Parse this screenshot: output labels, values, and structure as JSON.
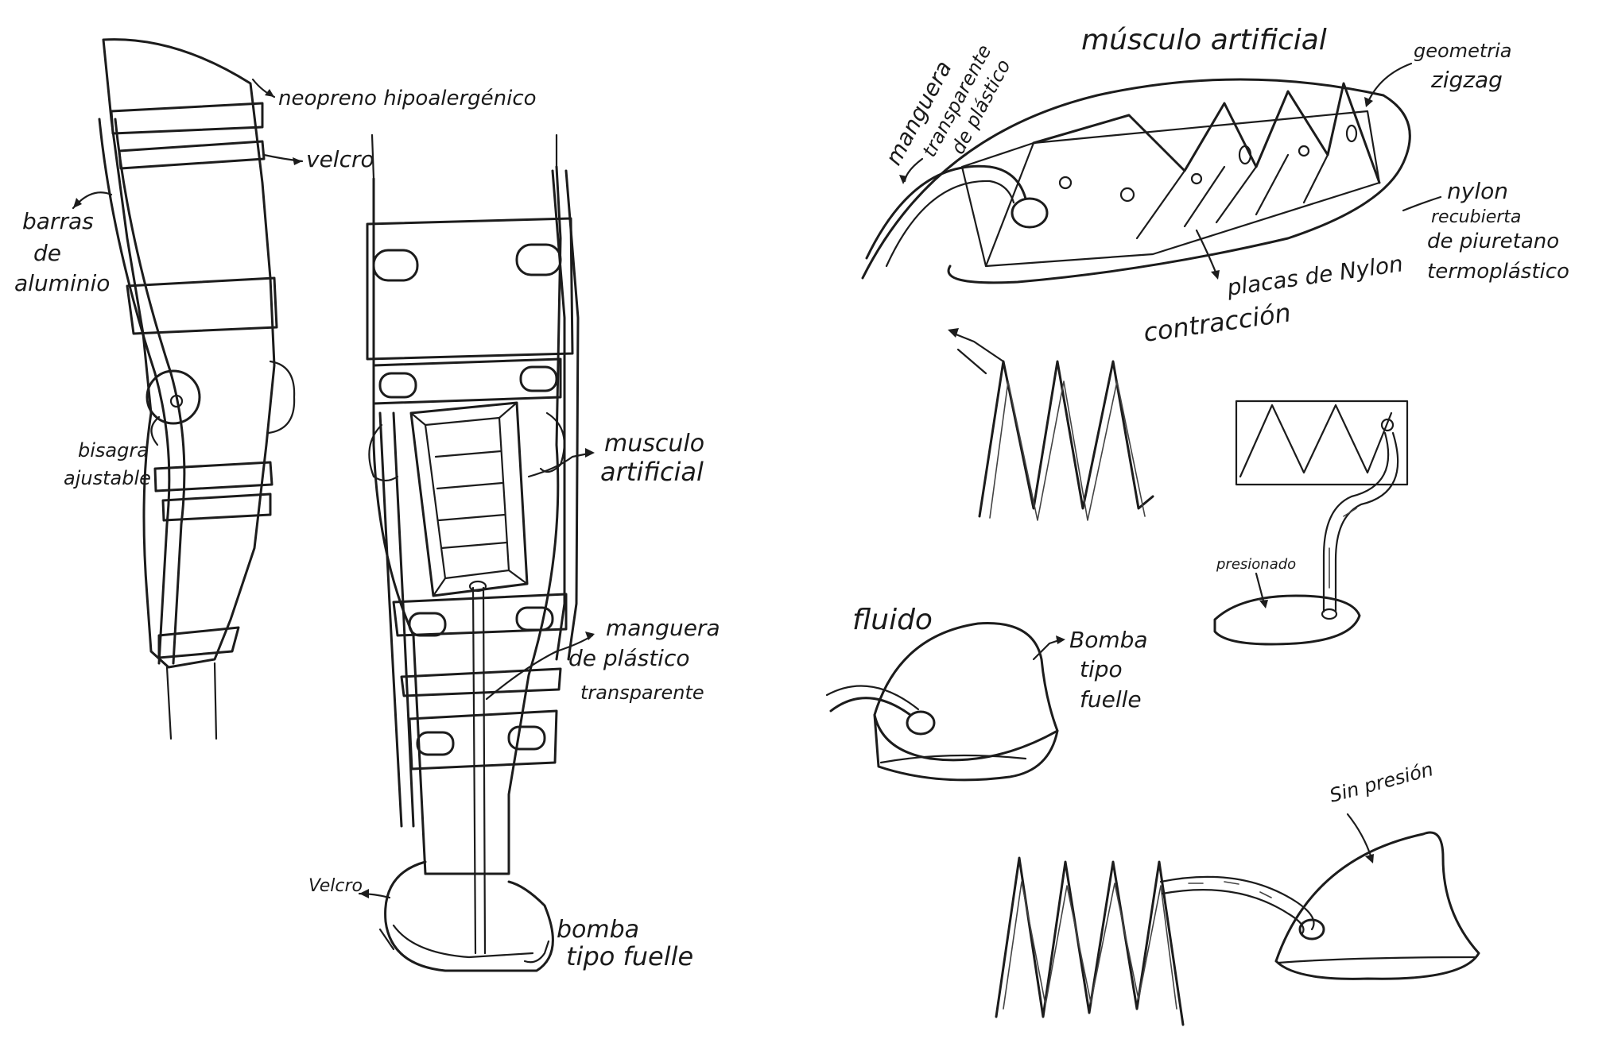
{
  "colors": {
    "ink": "#1c1c1c",
    "paper": "#ffffff"
  },
  "labels": {
    "neopreno": "neopreno hipoalergénico",
    "velcro_top": "velcro",
    "barras_1": "barras",
    "barras_2": "de",
    "barras_3": "aluminio",
    "bisagra_1": "bisagra",
    "bisagra_2": "ajustable",
    "musculo_leg_1": "musculo",
    "musculo_leg_2": "artificial",
    "manguera_leg_1": "manguera",
    "manguera_leg_2": "de plástico",
    "manguera_leg_3": "transparente",
    "velcro_foot": "Velcro",
    "bomba_leg_1": "bomba",
    "bomba_leg_2": "tipo fuelle",
    "musculo_title": "músculo artificial",
    "manguera_top_1": "manguera",
    "manguera_top_2": "transparente",
    "manguera_top_3": "de plástico",
    "geometria_1": "geometria",
    "geometria_2": "zigzag",
    "nylon_1": "nylon",
    "nylon_2": "recubierta",
    "nylon_3": "de piuretano",
    "nylon_4": "termoplástico",
    "placas": "placas de Nylon",
    "contraccion": "contracción",
    "presionado": "presionado",
    "fluido": "fluido",
    "bomba_mid_1": "Bomba",
    "bomba_mid_2": "tipo",
    "bomba_mid_3": "fuelle",
    "sin_presion": "Sin presión"
  }
}
